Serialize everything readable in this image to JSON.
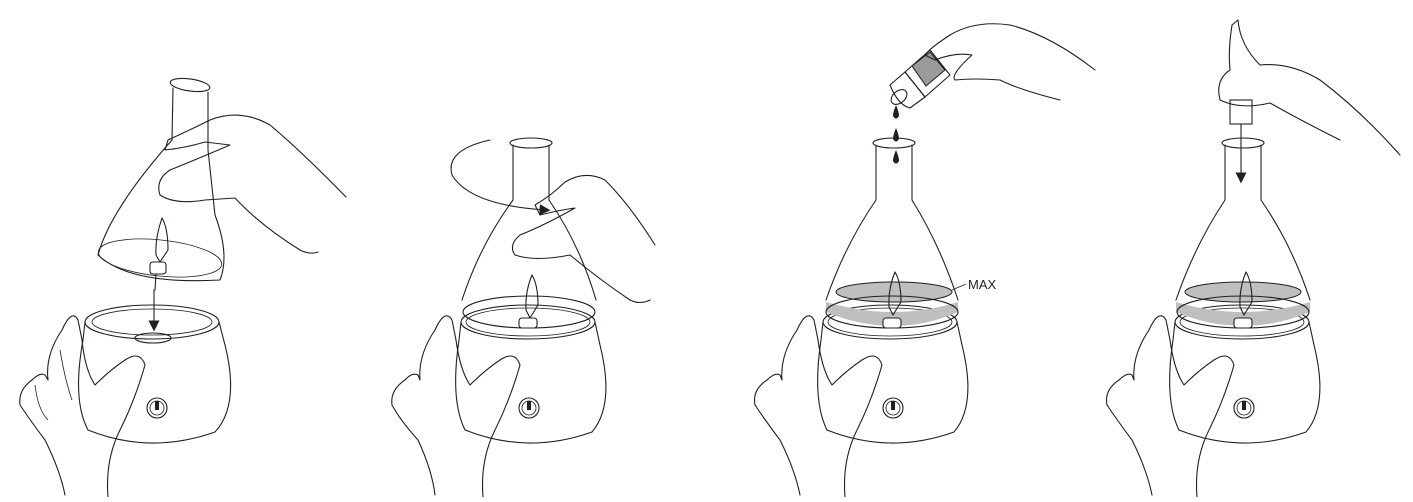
{
  "steps": [
    {
      "step_id": "step-1-insert-diffuser"
    },
    {
      "step_id": "step-2-twist-flask"
    },
    {
      "step_id": "step-3-add-oil"
    },
    {
      "step_id": "step-4-insert-stopper"
    }
  ],
  "labels": {
    "max": "MAX"
  },
  "colors": {
    "line": "#231f20",
    "liquid": "#bfbfbf",
    "background": "#ffffff"
  }
}
